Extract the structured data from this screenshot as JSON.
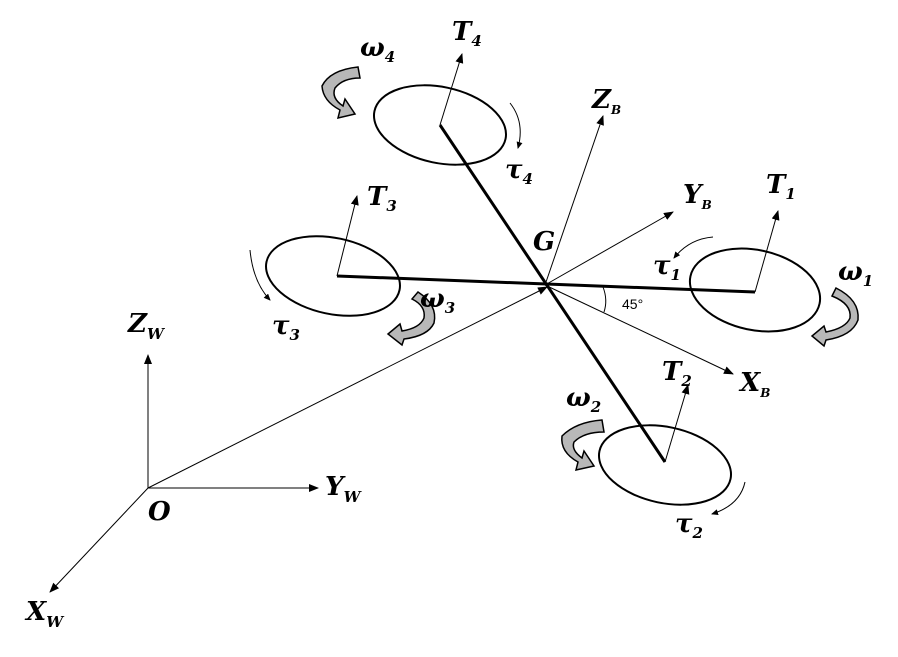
{
  "world_frame": {
    "origin": "O",
    "x_axis": {
      "symbol": "X",
      "sub": "W"
    },
    "y_axis": {
      "symbol": "Y",
      "sub": "W"
    },
    "z_axis": {
      "symbol": "Z",
      "sub": "W"
    }
  },
  "body_frame": {
    "center": "G",
    "x_axis": {
      "symbol": "X",
      "sub": "B"
    },
    "y_axis": {
      "symbol": "Y",
      "sub": "B"
    },
    "z_axis": {
      "symbol": "Z",
      "sub": "B"
    },
    "angle": "45°"
  },
  "rotors": [
    {
      "id": 1,
      "thrust": {
        "symbol": "T",
        "sub": "1"
      },
      "speed": {
        "symbol": "ω",
        "sub": "1"
      },
      "torque": {
        "symbol": "τ",
        "sub": "1"
      }
    },
    {
      "id": 2,
      "thrust": {
        "symbol": "T",
        "sub": "2"
      },
      "speed": {
        "symbol": "ω",
        "sub": "2"
      },
      "torque": {
        "symbol": "τ",
        "sub": "2"
      }
    },
    {
      "id": 3,
      "thrust": {
        "symbol": "T",
        "sub": "3"
      },
      "speed": {
        "symbol": "ω",
        "sub": "3"
      },
      "torque": {
        "symbol": "τ",
        "sub": "3"
      }
    },
    {
      "id": 4,
      "thrust": {
        "symbol": "T",
        "sub": "4"
      },
      "speed": {
        "symbol": "ω",
        "sub": "4"
      },
      "torque": {
        "symbol": "τ",
        "sub": "4"
      }
    }
  ]
}
